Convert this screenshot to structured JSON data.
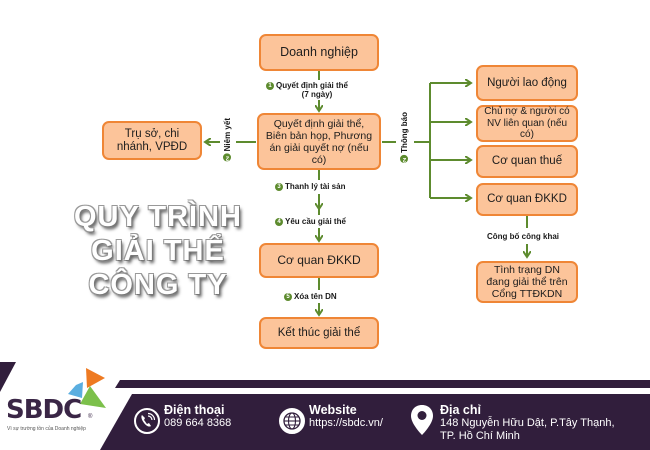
{
  "diagram": {
    "title_lines": [
      "QUY TRÌNH",
      "GIẢI THỂ",
      "CÔNG TY"
    ],
    "nodes": {
      "doanh_nghiep": "Doanh nghiệp",
      "quyet_dinh": "Quyết định giải thể, Biên bản họp, Phương án giải quyết nợ (nếu có)",
      "tru_so": "Trụ sở, chi nhánh, VPĐD",
      "nguoi_lao_dong": "Người lao động",
      "chu_no": "Chủ nợ & người có NV liên quan (nếu có)",
      "co_quan_thue": "Cơ quan thuế",
      "co_quan_dkkd_right": "Cơ quan ĐKKD",
      "tinh_trang": "Tình trạng DN đang giải thể trên Cổng TTĐKDN",
      "co_quan_dkkd_center": "Cơ quan ĐKKD",
      "ket_thuc": "Kết thúc giải thể"
    },
    "steps": {
      "s1_num": "1",
      "s1_label": "Quyết định giải thể",
      "s1_sub": "(7 ngày)",
      "s2a_num": "2",
      "s2a_label": "Niêm yết",
      "s2b_num": "2",
      "s2b_label": "Thông báo",
      "s3_num": "3",
      "s3_label": "Thanh lý tài sản",
      "s4_num": "4",
      "s4_label": "Yêu cầu giải thể",
      "s5_num": "5",
      "s5_label": "Xóa tên DN",
      "publish_label": "Công bố công khai"
    },
    "colors": {
      "box_fill": "#fcc49a",
      "box_border": "#ef8636",
      "arrow": "#5d8b2e"
    }
  },
  "footer": {
    "brand": "SBDC",
    "registered": "®",
    "tagline": "Vì sự trường tồn của Doanh nghiệp",
    "phone": {
      "icon": "phone-icon",
      "label": "Điện thoại",
      "value": "089 664 8368"
    },
    "website": {
      "icon": "globe-icon",
      "label": "Website",
      "value": "https://sbdc.vn/"
    },
    "address": {
      "icon": "location-pin-icon",
      "label": "Địa chỉ",
      "line1": "148 Nguyễn Hữu Dật, P.Tây Thạnh,",
      "line2": "TP. Hồ Chí Minh"
    },
    "colors": {
      "band": "#311e3c",
      "orange": "#ee7a22",
      "blue": "#5aaee0",
      "green": "#7cc04b"
    }
  }
}
